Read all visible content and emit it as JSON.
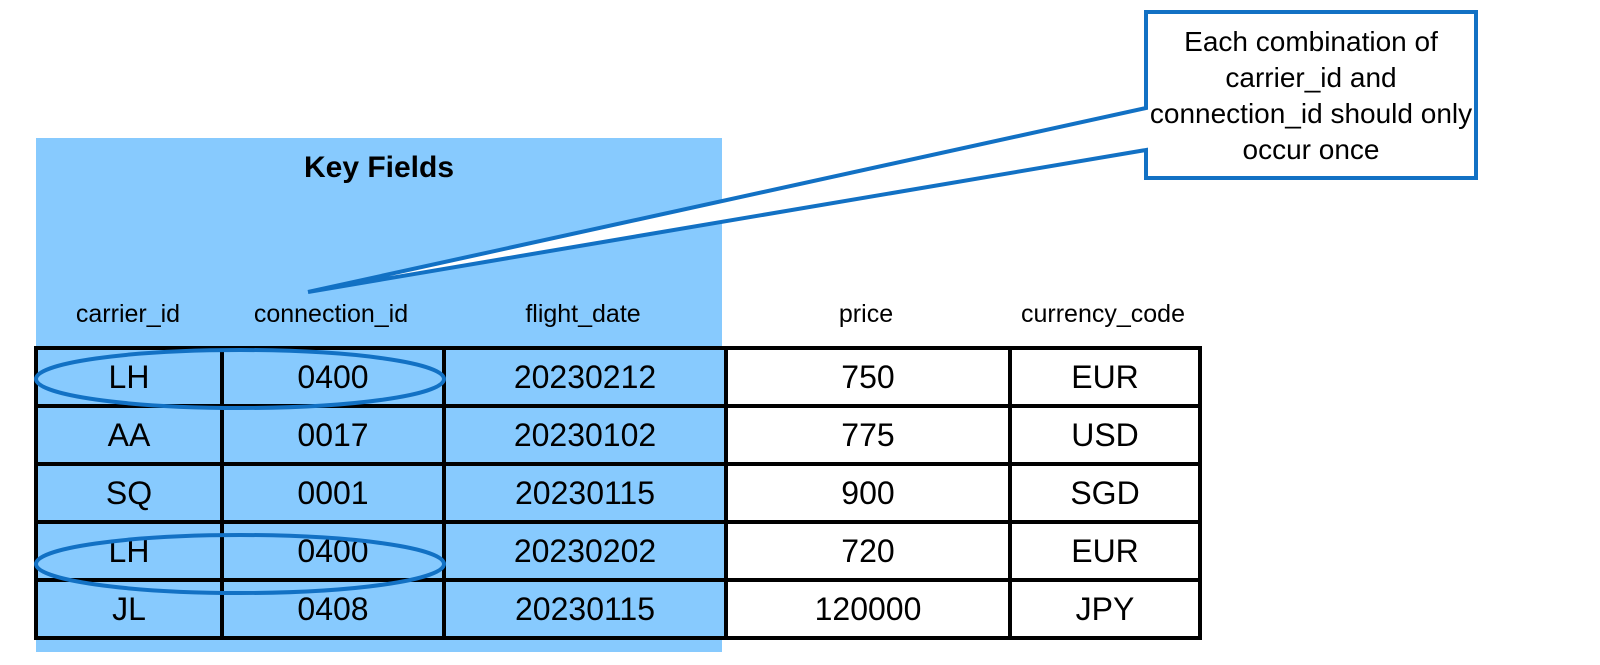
{
  "key_fields": {
    "title": "Key Fields"
  },
  "callout": {
    "text": "Each combination of carrier_id and connection_id should only occur once"
  },
  "table": {
    "headers": [
      "carrier_id",
      "connection_id",
      "flight_date",
      "price",
      "currency_code"
    ],
    "key_column_count": 3,
    "rows": [
      [
        "LH",
        "0400",
        "20230212",
        "750",
        "EUR"
      ],
      [
        "AA",
        "0017",
        "20230102",
        "775",
        "USD"
      ],
      [
        "SQ",
        "0001",
        "20230115",
        "900",
        "SGD"
      ],
      [
        "LH",
        "0400",
        "20230202",
        "720",
        "EUR"
      ],
      [
        "JL",
        "0408",
        "20230115",
        "120000",
        "JPY"
      ]
    ],
    "highlighted_rows": [
      0,
      3
    ]
  },
  "colors": {
    "key_fill": "#87cafe",
    "accent": "#1271c4",
    "border": "#000000"
  }
}
